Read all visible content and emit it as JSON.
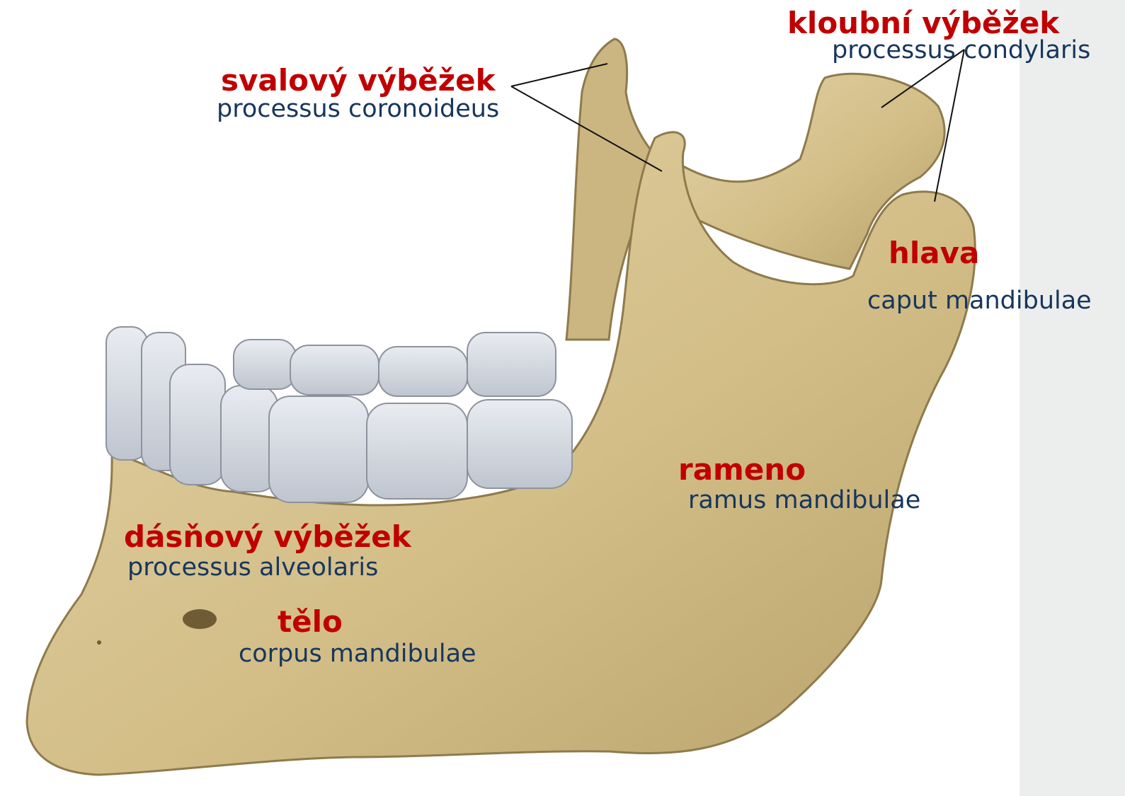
{
  "labels": {
    "kloubni": {
      "cz": "kloubní výběžek",
      "la": "processus condylaris"
    },
    "svalovy": {
      "cz": "svalový výběžek",
      "la": "processus coronoideus"
    },
    "hlava": {
      "cz": "hlava",
      "la": "caput mandibulae"
    },
    "rameno": {
      "cz": "rameno",
      "la": "ramus mandibulae"
    },
    "dasnovy": {
      "cz": "dásňový výběžek",
      "la": "processus alveolaris"
    },
    "telo": {
      "cz": "tělo",
      "la": "corpus mandibulae"
    }
  },
  "colors": {
    "czech_label": "#c00000",
    "latin_label": "#17365d",
    "bone": "#d8c596",
    "bone_shadow": "#a8945f",
    "teeth": "#d9dde4",
    "background": "#ffffff",
    "side_band": "#eceeee"
  }
}
